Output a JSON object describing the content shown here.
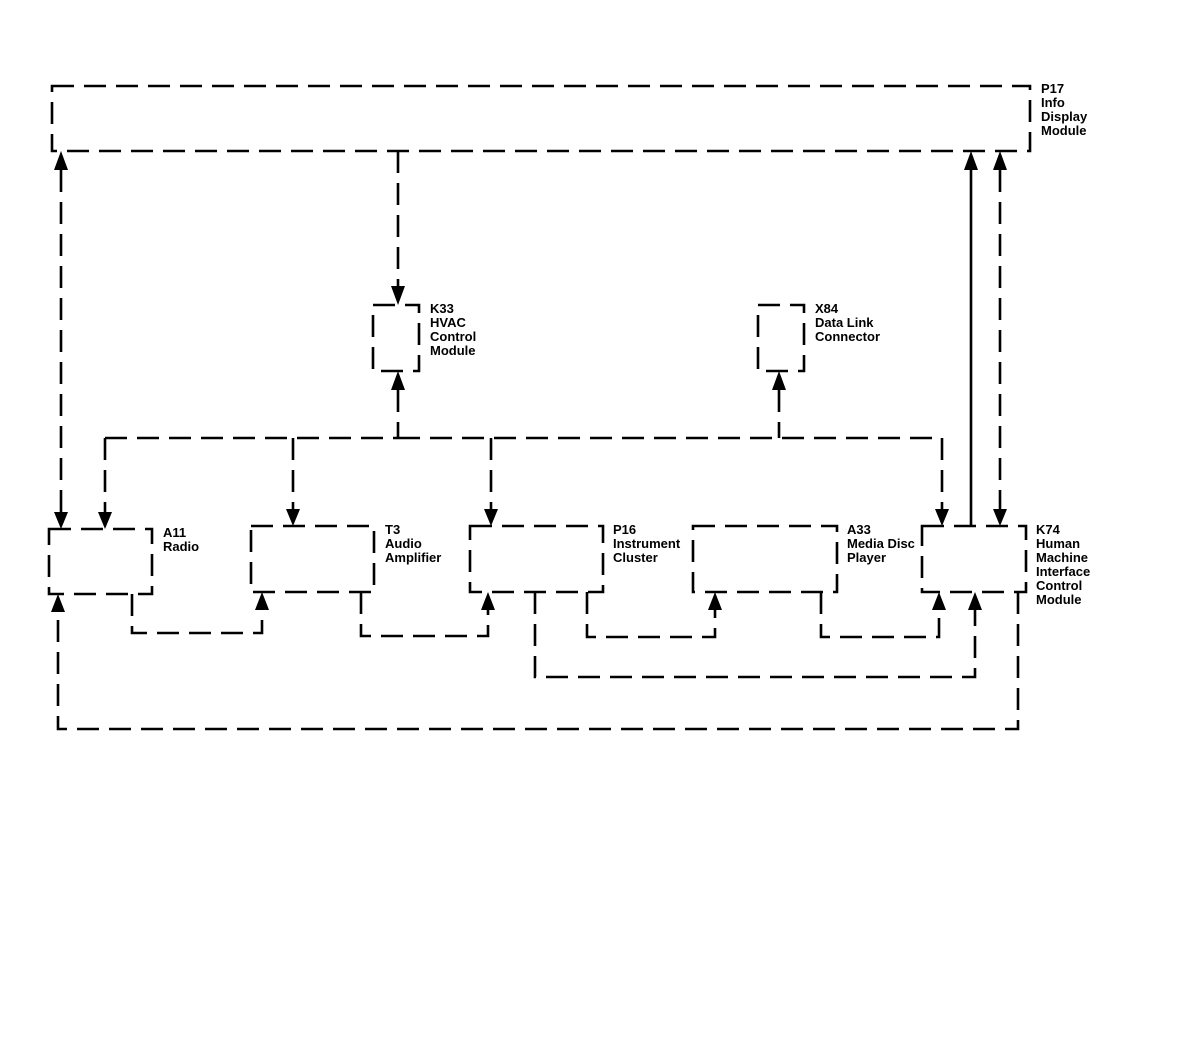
{
  "modules": {
    "p17": {
      "code": "P17",
      "lines": [
        "Info",
        "Display",
        "Module"
      ]
    },
    "k33": {
      "code": "K33",
      "lines": [
        "HVAC",
        "Control",
        "Module"
      ]
    },
    "x84": {
      "code": "X84",
      "lines": [
        "Data Link",
        "Connector"
      ]
    },
    "a11": {
      "code": "A11",
      "lines": [
        "Radio"
      ]
    },
    "t3": {
      "code": "T3",
      "lines": [
        "Audio",
        "Amplifier"
      ]
    },
    "p16": {
      "code": "P16",
      "lines": [
        "Instrument",
        "Cluster"
      ]
    },
    "a33": {
      "code": "A33",
      "lines": [
        "Media Disc",
        "Player"
      ]
    },
    "k74": {
      "code": "K74",
      "lines": [
        "Human",
        "Machine",
        "Interface",
        "Control",
        "Module"
      ]
    }
  }
}
